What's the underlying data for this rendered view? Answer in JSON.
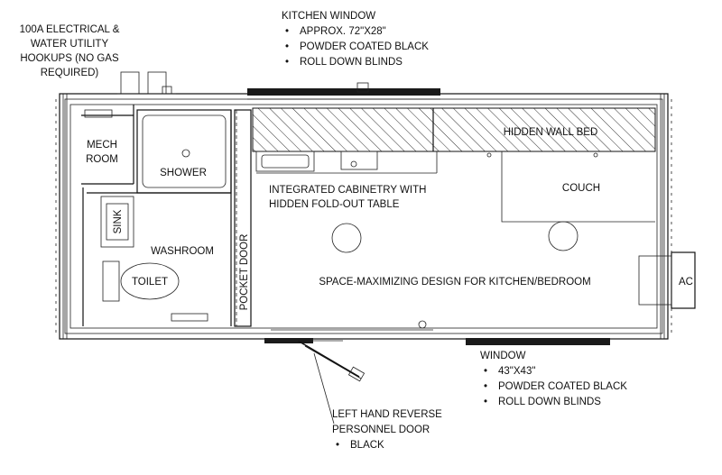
{
  "callouts": {
    "utility": [
      "100A ELECTRICAL &",
      "WATER UTILITY",
      "HOOKUPS (NO GAS",
      "REQUIRED)"
    ],
    "kitchen_window": {
      "title": "KITCHEN WINDOW",
      "bullets": [
        "APPROX. 72\"X28\"",
        "POWDER COATED BLACK",
        "ROLL DOWN BLINDS"
      ]
    },
    "window": {
      "title": "WINDOW",
      "bullets": [
        "43\"X43\"",
        "POWDER COATED BLACK",
        "ROLL DOWN BLINDS"
      ]
    },
    "door": {
      "title_lines": [
        "LEFT HAND REVERSE",
        "PERSONNEL DOOR"
      ],
      "bullets": [
        "BLACK"
      ]
    }
  },
  "rooms": {
    "mech": [
      "MECH",
      "ROOM"
    ],
    "shower": "SHOWER",
    "sink": "SINK",
    "washroom": "WASHROOM",
    "toilet": "TOILET",
    "pocket_door": "POCKET DOOR",
    "hidden_wall_bed": "HIDDEN WALL BED",
    "cabinetry": [
      "INTEGRATED CABINETRY WITH",
      "HIDDEN FOLD-OUT TABLE"
    ],
    "couch": "COUCH",
    "space": "SPACE-MAXIMIZING DESIGN FOR KITCHEN/BEDROOM",
    "ac": "AC"
  },
  "bullet_glyph": "•"
}
